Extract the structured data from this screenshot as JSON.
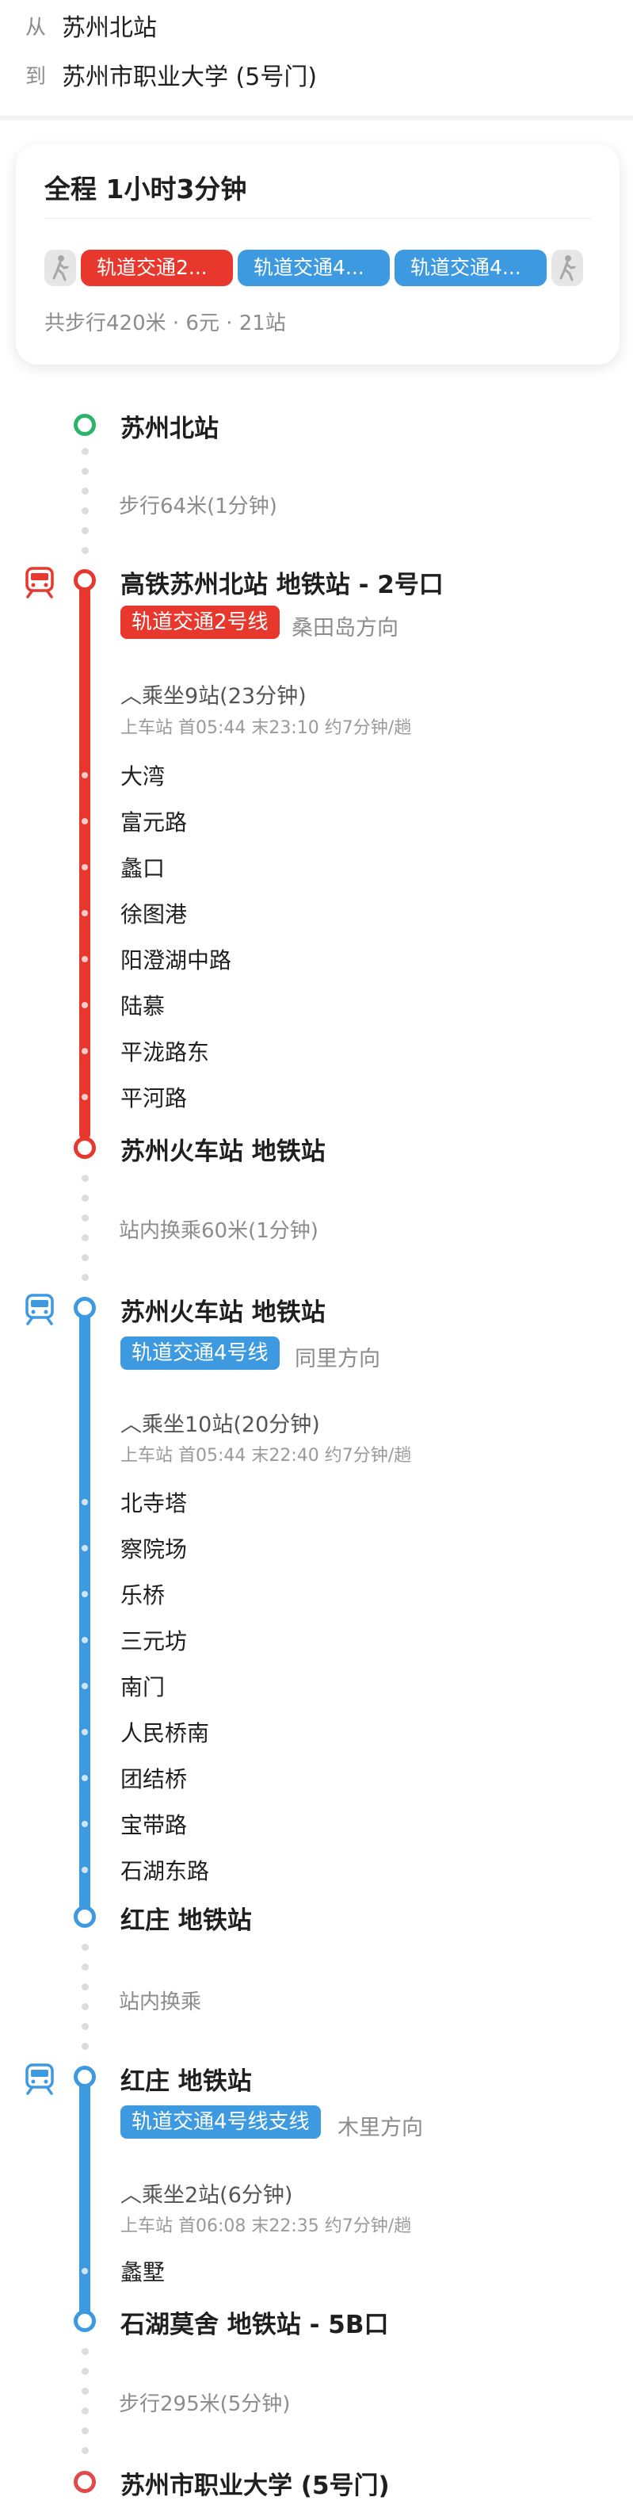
{
  "header": {
    "from_label": "从",
    "from_value": "苏州北站",
    "to_label": "到",
    "to_value": "苏州市职业大学 (5号门)"
  },
  "summary": {
    "title": "全程  1小时3分钟",
    "segments": [
      {
        "label": "轨道交通2...",
        "color": "#e8372c"
      },
      {
        "label": "轨道交通4...",
        "color": "#3d9ae0"
      },
      {
        "label": "轨道交通4...",
        "color": "#3d9ae0"
      }
    ],
    "stats": "共步行420米 · 6元 · 21站"
  },
  "origin": {
    "name": "苏州北站",
    "color": "#2db36a"
  },
  "walk1": "步行64米(1分钟)",
  "leg1": {
    "color": "#e8372c",
    "board": "高铁苏州北站 地铁站 - 2号口",
    "line": "轨道交通2号线",
    "direction": "桑田岛方向",
    "ride": "乘坐9站(23分钟)",
    "schedule": "上车站 首05:44  末23:10  约7分钟/趟",
    "stops": [
      "大湾",
      "富元路",
      "蠡口",
      "徐图港",
      "阳澄湖中路",
      "陆慕",
      "平泷路东",
      "平河路"
    ],
    "alight": "苏州火车站 地铁站"
  },
  "transfer1": "站内换乘60米(1分钟)",
  "leg2": {
    "color": "#3d9ae0",
    "board": "苏州火车站 地铁站",
    "line": "轨道交通4号线",
    "direction": "同里方向",
    "ride": "乘坐10站(20分钟)",
    "schedule": "上车站 首05:44  末22:40  约7分钟/趟",
    "stops": [
      "北寺塔",
      "察院场",
      "乐桥",
      "三元坊",
      "南门",
      "人民桥南",
      "团结桥",
      "宝带路",
      "石湖东路"
    ],
    "alight": "红庄 地铁站"
  },
  "transfer2": "站内换乘",
  "leg3": {
    "color": "#3d9ae0",
    "board": "红庄 地铁站",
    "line": "轨道交通4号线支线",
    "direction": "木里方向",
    "ride": "乘坐2站(6分钟)",
    "schedule": "上车站 首06:08  末22:35  约7分钟/趟",
    "stops": [
      "蠡墅"
    ],
    "alight": "石湖莫舍 地铁站 - 5B口"
  },
  "walk2": "步行295米(5分钟)",
  "destination": {
    "name": "苏州市职业大学 (5号门)",
    "color": "#e04a4a"
  },
  "icons": [
    "walk-icon",
    "train-icon",
    "chevron-up-icon"
  ]
}
